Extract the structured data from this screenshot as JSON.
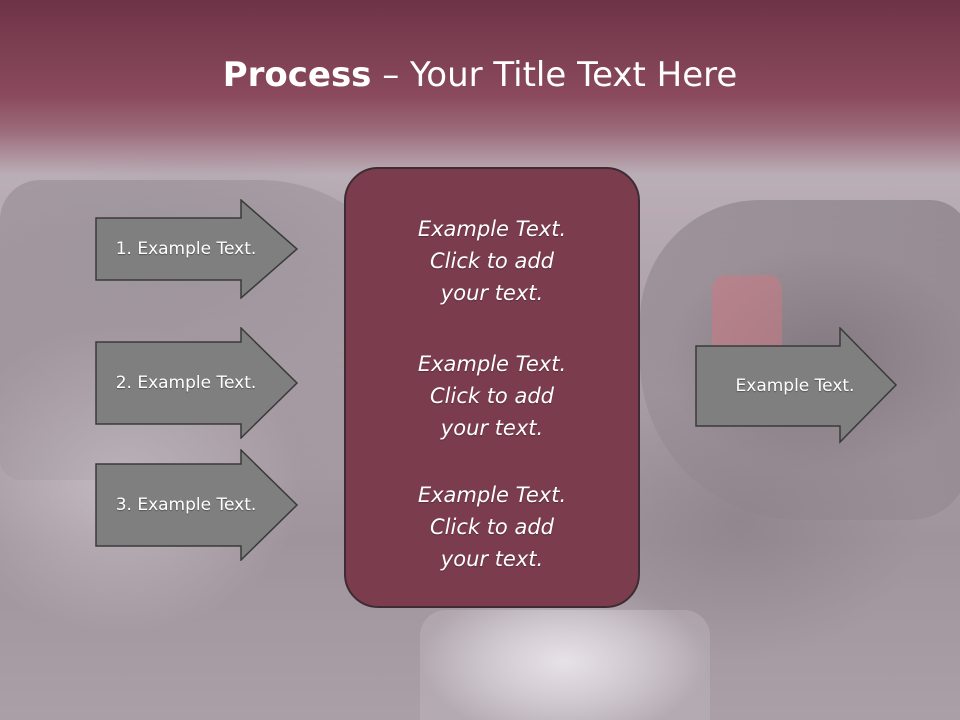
{
  "title": {
    "bold": "Process",
    "rest": " – Your Title Text Here"
  },
  "left_arrows": [
    {
      "label": "1. Example Text."
    },
    {
      "label": "2. Example Text."
    },
    {
      "label": "3. Example Text."
    }
  ],
  "center_blocks": [
    {
      "line1": "Example Text.",
      "line2": "Click  to add",
      "line3": "your text."
    },
    {
      "line1": "Example Text.",
      "line2": "Click  to add",
      "line3": "your text."
    },
    {
      "line1": "Example Text.",
      "line2": "Click  to add",
      "line3": "your text."
    }
  ],
  "right_arrow": {
    "label": "Example Text."
  },
  "colors": {
    "banner": "#8b4a5d",
    "center_box": "#7b3d4e",
    "arrow_fill": "#7f7f7f",
    "arrow_stroke": "#3a3a3a"
  }
}
